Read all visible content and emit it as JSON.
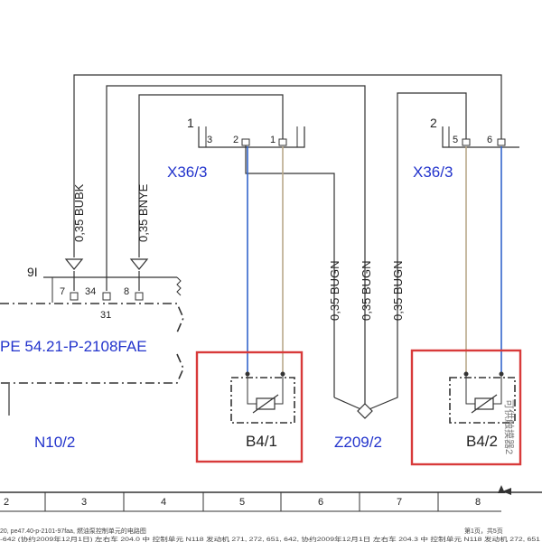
{
  "connectors": {
    "x36_left": {
      "num": "1",
      "label": "X36/3",
      "pins": [
        "3",
        "2",
        "1"
      ]
    },
    "x36_right": {
      "num": "2",
      "label": "X36/3",
      "pins": [
        "5",
        "6"
      ]
    }
  },
  "wires": {
    "bubk": "0,35 BUBK",
    "bnye": "0,35 BNYE",
    "bugn": [
      "0,35 BUGN",
      "0,35 BUGN",
      "0,35 BUGN"
    ]
  },
  "n10": {
    "connector": "9I",
    "pins": [
      "7",
      "34",
      "8"
    ],
    "pin_below": "31",
    "ref_text": "PE 54.21-P-2108FAE",
    "label": "N10/2"
  },
  "components": {
    "b4_1": "B4/1",
    "b4_2": "B4/2",
    "z209": "Z209/2"
  },
  "vertical_note": "可供触摸器2",
  "ruler": [
    "2",
    "3",
    "4",
    "5",
    "6",
    "7",
    "8"
  ],
  "footer": {
    "left_line1": "20, pe47.40-p-2101-97faa, 燃油泵控制单元的电路图",
    "right_line1": "第1页，共5页",
    "line2": "-642 (协约2009年12月1日) 左右车 204.0 中 控制单元 N118 发动机 271, 272, 651, 642, 协约2009年12月1日 左右车 204.3 中 控制单元 N118 发动机 272, 651"
  },
  "colors": {
    "blue_wire": "#3366cc",
    "tan_wire": "#b9a98a",
    "highlight": "#d83a3a",
    "ref_text": "#2233cc"
  }
}
